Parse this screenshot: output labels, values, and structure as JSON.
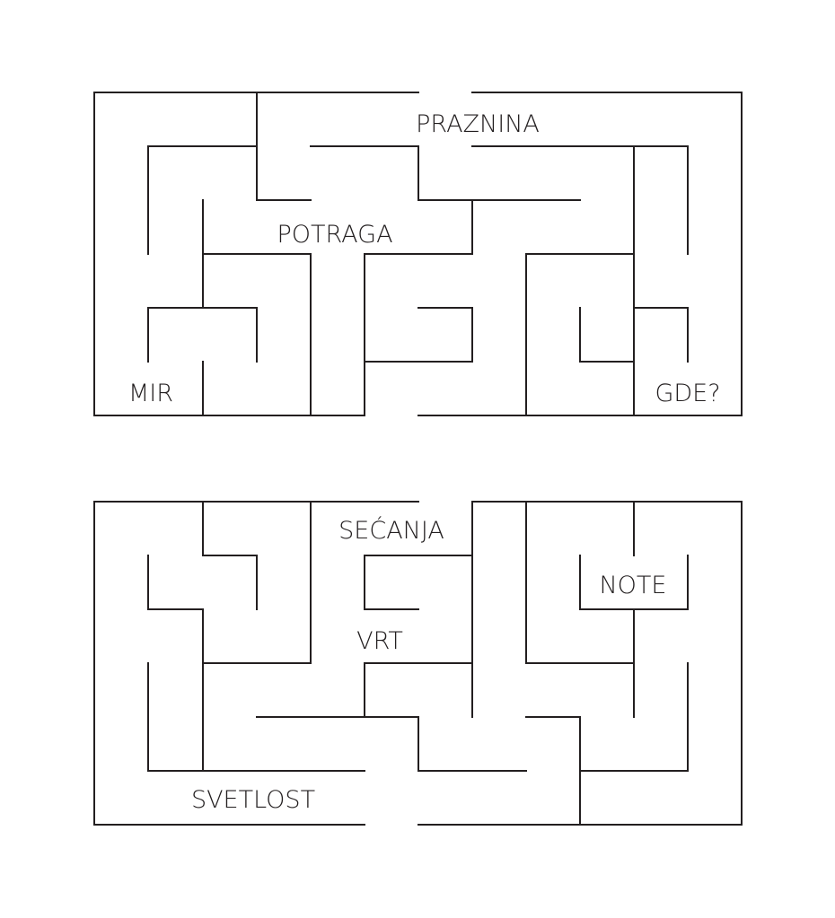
{
  "maze_top": {
    "labels": {
      "praznina": "PRAZNINA",
      "potraga": "POTRAGA",
      "mir": "MIR",
      "gde": "GDE?"
    }
  },
  "maze_bottom": {
    "labels": {
      "secanja": "SEĆANJA",
      "note": "NOTE",
      "vrt": "VRT",
      "svetlost": "SVETLOST"
    }
  },
  "colors": {
    "ink": "#231f20",
    "background": "#ffffff"
  }
}
